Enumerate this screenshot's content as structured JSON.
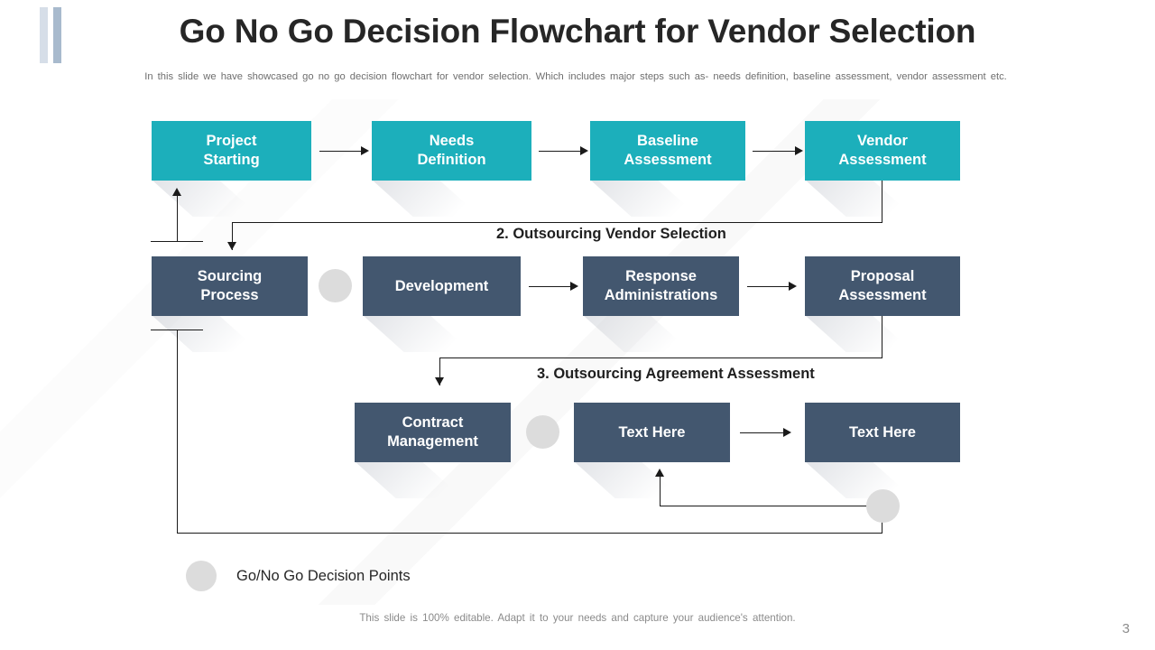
{
  "header": {
    "title": "Go No Go Decision Flowchart for Vendor Selection",
    "subtitle": "In this slide we have showcased go no go decision flowchart for vendor selection. Which includes major steps such as- needs definition, baseline assessment, vendor  assessment etc."
  },
  "colors": {
    "teal": "#1cafbb",
    "navy": "#43576f",
    "circle": "#dcdcdc",
    "connector": "#1a1a1a",
    "title": "#262626",
    "accent_bar_light": "#d6dee8",
    "accent_bar_dark": "#a8bacd"
  },
  "flow": {
    "row1": [
      {
        "label": "Project\nStarting",
        "line1": "Project",
        "line2": "Starting"
      },
      {
        "label": "Needs Definition",
        "line1": "Needs",
        "line2": "Definition"
      },
      {
        "label": "Baseline Assessment",
        "line1": "Baseline",
        "line2": "Assessment"
      },
      {
        "label": "Vendor Assessment",
        "line1": "Vendor",
        "line2": "Assessment"
      }
    ],
    "row2": [
      {
        "line1": "Sourcing",
        "line2": "Process"
      },
      {
        "line1": "Development",
        "line2": ""
      },
      {
        "line1": "Response",
        "line2": "Administrations"
      },
      {
        "line1": "Proposal",
        "line2": "Assessment"
      }
    ],
    "row3": [
      {
        "line1": "Contract",
        "line2": "Management"
      },
      {
        "line1": "Text Here",
        "line2": ""
      },
      {
        "line1": "Text Here",
        "line2": ""
      }
    ],
    "phase_labels": [
      "2. Outsourcing Vendor Selection",
      "3. Outsourcing Agreement Assessment"
    ]
  },
  "legend": {
    "label": "Go/No Go Decision Points"
  },
  "footer": {
    "note": "This slide is 100% editable. Adapt it to your needs and capture your audience's attention.",
    "page_number": "3"
  }
}
